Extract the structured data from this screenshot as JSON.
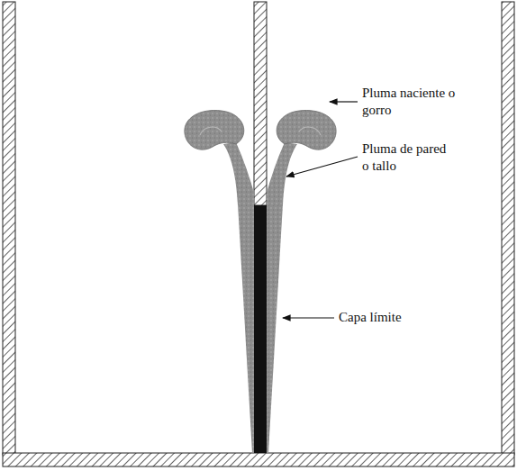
{
  "diagram": {
    "labels": [
      "Pluma naciente o gorro",
      "Pluma de pared o tallo",
      "Capa límite"
    ]
  }
}
